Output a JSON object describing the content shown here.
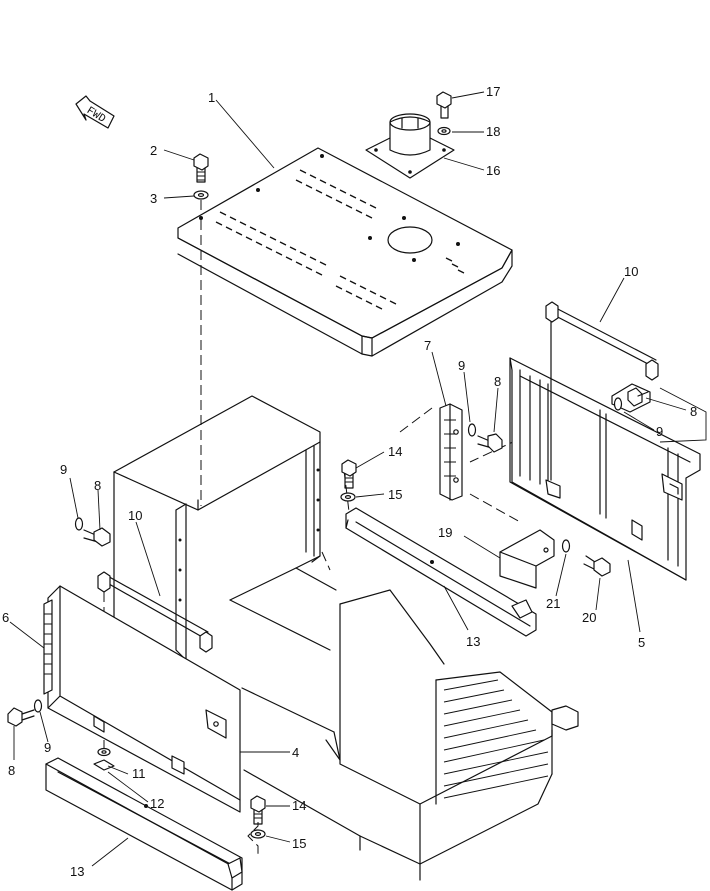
{
  "fwd_label": "FWD",
  "callouts": [
    {
      "id": "c1",
      "label": "1"
    },
    {
      "id": "c2",
      "label": "2"
    },
    {
      "id": "c3",
      "label": "3"
    },
    {
      "id": "c4",
      "label": "4"
    },
    {
      "id": "c5",
      "label": "5"
    },
    {
      "id": "c6",
      "label": "6"
    },
    {
      "id": "c7",
      "label": "7"
    },
    {
      "id": "c8a",
      "label": "8"
    },
    {
      "id": "c8b",
      "label": "8"
    },
    {
      "id": "c8c",
      "label": "8"
    },
    {
      "id": "c8d",
      "label": "8"
    },
    {
      "id": "c9a",
      "label": "9"
    },
    {
      "id": "c9b",
      "label": "9"
    },
    {
      "id": "c9c",
      "label": "9"
    },
    {
      "id": "c9d",
      "label": "9"
    },
    {
      "id": "c10a",
      "label": "10"
    },
    {
      "id": "c10b",
      "label": "10"
    },
    {
      "id": "c11",
      "label": "11"
    },
    {
      "id": "c12",
      "label": "12"
    },
    {
      "id": "c13a",
      "label": "13"
    },
    {
      "id": "c13b",
      "label": "13"
    },
    {
      "id": "c14a",
      "label": "14"
    },
    {
      "id": "c14b",
      "label": "14"
    },
    {
      "id": "c15a",
      "label": "15"
    },
    {
      "id": "c15b",
      "label": "15"
    },
    {
      "id": "c16",
      "label": "16"
    },
    {
      "id": "c17",
      "label": "17"
    },
    {
      "id": "c18",
      "label": "18"
    },
    {
      "id": "c19",
      "label": "19"
    },
    {
      "id": "c20",
      "label": "20"
    },
    {
      "id": "c21",
      "label": "21"
    }
  ]
}
